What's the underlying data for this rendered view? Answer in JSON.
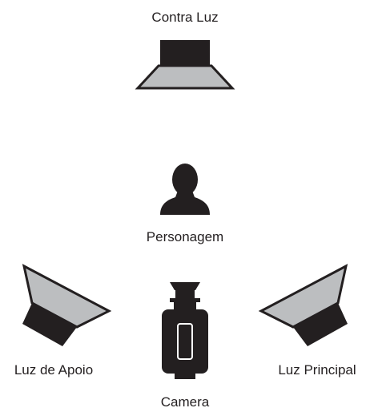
{
  "diagram": {
    "title": "",
    "labels": {
      "contra_luz": "Contra Luz",
      "personagem": "Personagem",
      "luz_de_apoio": "Luz de Apoio",
      "camera": "Camera",
      "luz_principal": "Luz Principal"
    },
    "icons": {
      "back_light": "softbox-light-icon",
      "subject": "person-silhouette-icon",
      "fill_light": "softbox-light-icon",
      "camera": "video-camera-icon",
      "key_light": "softbox-light-icon"
    },
    "colors": {
      "dark": "#231f20",
      "diffuser": "#bcbec0",
      "background": "#ffffff",
      "text": "#231f20"
    }
  }
}
